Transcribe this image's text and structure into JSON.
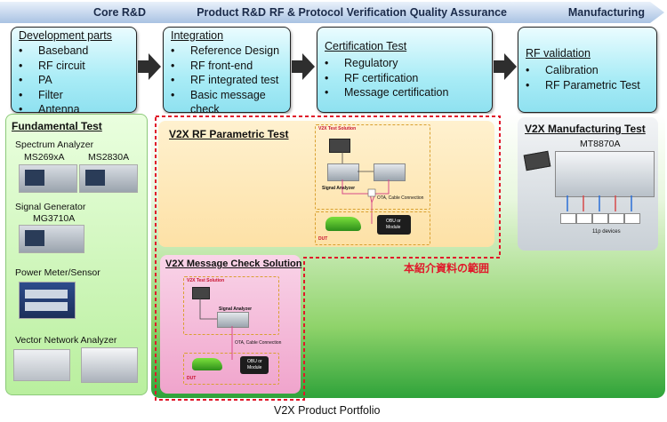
{
  "phases": [
    "Core R&D",
    "Product R&D",
    "RF & Protocol Verification",
    "Quality Assurance",
    "Manufacturing"
  ],
  "development": {
    "title": "Development parts",
    "items": [
      "Baseband",
      "RF circuit",
      "PA",
      "Filter",
      "Antenna"
    ]
  },
  "integration": {
    "title": "Integration",
    "items": [
      "Reference Design",
      "RF front-end",
      "RF integrated test",
      "Basic message",
      "check"
    ]
  },
  "certification": {
    "title": "Certification Test",
    "items": [
      "Regulatory",
      "RF certification",
      "Message certification"
    ]
  },
  "rf_validation": {
    "title": "RF validation",
    "items": [
      "Calibration",
      "RF Parametric Test"
    ]
  },
  "bullet": "•",
  "fundamental": {
    "title": "Fundamental Test",
    "spectrum_label": "Spectrum Analyzer",
    "ms269": "MS269xA",
    "ms2830": "MS2830A",
    "siggen_label": "Signal Generator",
    "mg3710": "MG3710A",
    "power_label": "Power Meter/Sensor",
    "vna_label": "Vector Network Analyzer"
  },
  "rf_param": {
    "title": "V2X RF Parametric Test",
    "solution": "V2X Test Solution",
    "sig_analyzer": "Signal Analyzer",
    "ota": "OTA, Cable Connection",
    "obu_1": "OBU or",
    "obu_2": "Module",
    "dut": "DUT"
  },
  "msg_check": {
    "title": "V2X Message Check Solution",
    "solution": "V2X Test Solution",
    "sig_analyzer": "Signal Analyzer",
    "ota": "OTA, Cable Connection",
    "obu_1": "OBU or",
    "obu_2": "Module",
    "dut": "DUT"
  },
  "manufacturing": {
    "title": "V2X Manufacturing Test",
    "model": "MT8870A",
    "devices": "11p devices"
  },
  "scope_note": "本紹介資料の範囲",
  "caption": "V2X Product Portfolio",
  "colors": {
    "cyan": "#a9ecf6",
    "green_panel": "#b9ef9e",
    "orange_panel": "#fde1a6",
    "pink_panel": "#f5b9d9",
    "red_dash": "#e0182a",
    "gray_panel": "#c9d0d6"
  }
}
